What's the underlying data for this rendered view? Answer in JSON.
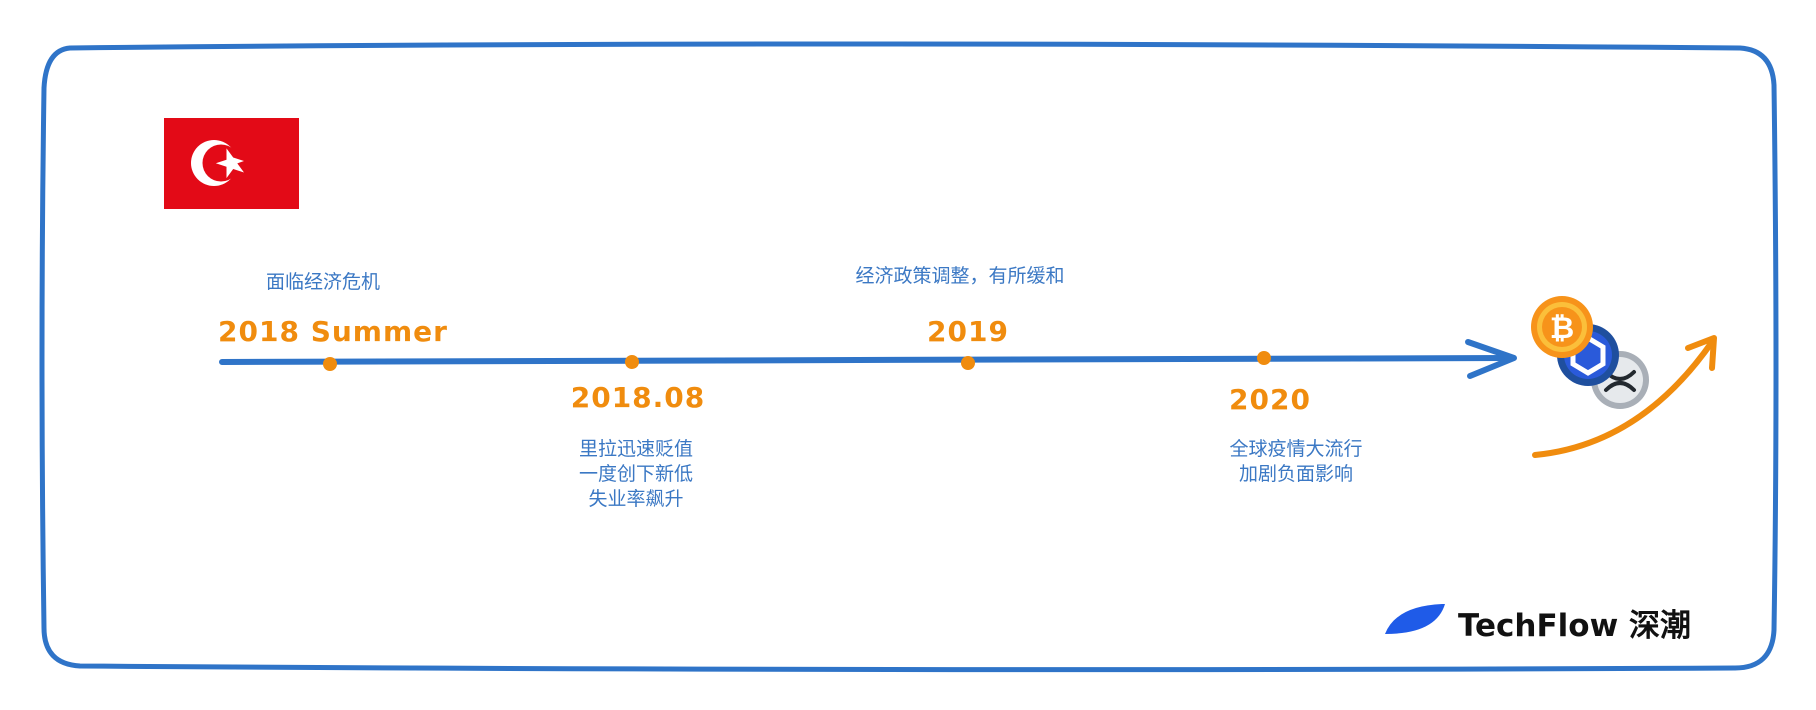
{
  "colors": {
    "frame": "#2f74c8",
    "timeline": "#2f74c8",
    "accent": "#f08c0e",
    "text": "#3b78c4",
    "flag": "#e30a17"
  },
  "flag": {
    "country": "Turkey",
    "icon": "turkey-flag-icon"
  },
  "timeline": [
    {
      "date": "2018 Summer",
      "lines": [
        "面临经济危机"
      ],
      "position": "above"
    },
    {
      "date": "2018.08",
      "lines": [
        "里拉迅速贬值",
        "一度创下新低",
        "失业率飙升"
      ],
      "position": "below"
    },
    {
      "date": "2019",
      "lines": [
        "经济政策调整，有所缓和"
      ],
      "position": "above"
    },
    {
      "date": "2020",
      "lines": [
        "全球疫情大流行",
        "加剧负面影响"
      ],
      "position": "below"
    }
  ],
  "crypto_icons": [
    "bitcoin-icon",
    "chainlink-icon",
    "xrp-icon"
  ],
  "brand": {
    "name": "TechFlow 深潮",
    "icon": "techflow-logo-icon"
  }
}
